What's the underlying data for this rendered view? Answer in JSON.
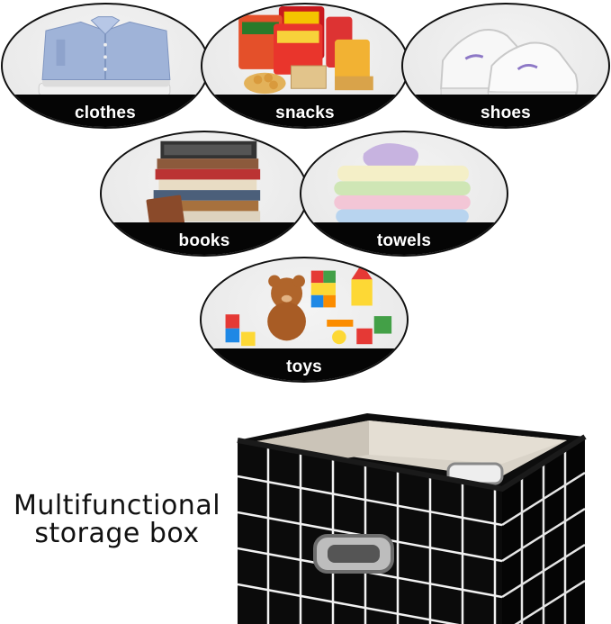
{
  "categories": [
    {
      "id": "clothes",
      "label": "clothes",
      "icon": "shirt-stack-image"
    },
    {
      "id": "snacks",
      "label": "snacks",
      "icon": "snack-bags-image"
    },
    {
      "id": "shoes",
      "label": "shoes",
      "icon": "sneakers-image"
    },
    {
      "id": "books",
      "label": "books",
      "icon": "book-stack-image"
    },
    {
      "id": "towels",
      "label": "towels",
      "icon": "folded-towels-image"
    },
    {
      "id": "toys",
      "label": "toys",
      "icon": "toys-blocks-bear-image"
    }
  ],
  "tagline": {
    "line1": "Multifunctional",
    "line2": "storage box"
  },
  "product": {
    "icon": "black-grid-storage-box-image",
    "colors": {
      "box": "#0b0b0b",
      "grid": "#f2f2f2",
      "lining": "#d8d2c7",
      "label_band": "#050505"
    }
  }
}
